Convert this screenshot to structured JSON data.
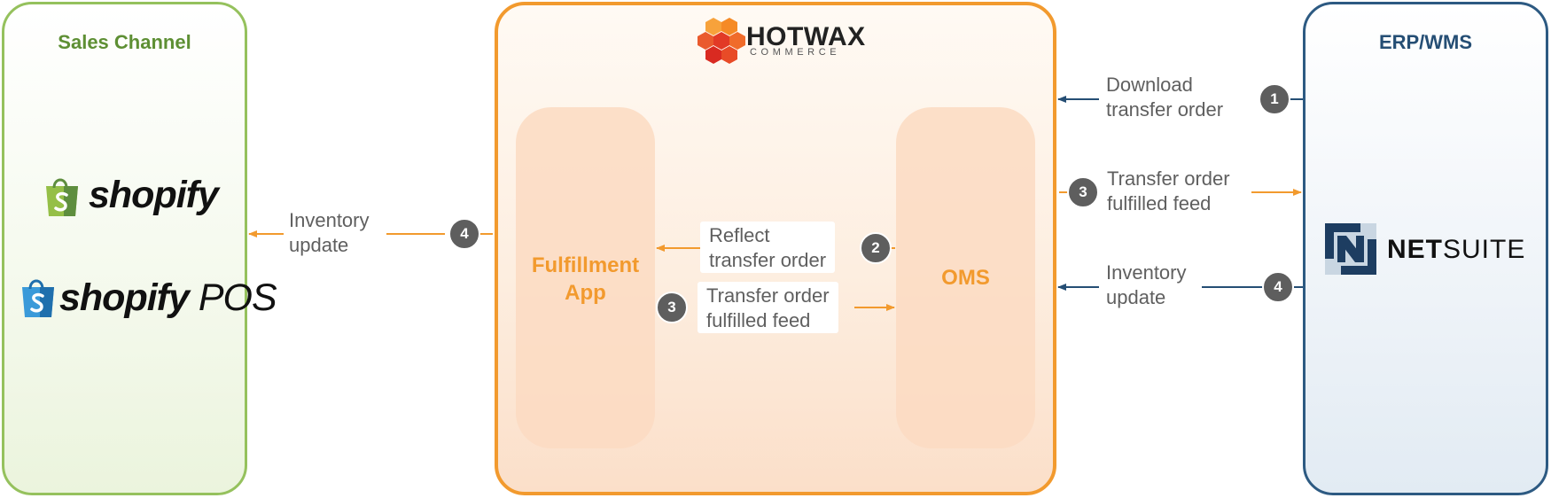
{
  "panels": {
    "sales_channel": {
      "title": "Sales Channel"
    },
    "hotwax": {
      "logo": {
        "name": "HOTWAX",
        "subtitle": "COMMERCE",
        "icon": "hexagon-cluster-icon"
      },
      "fulfillment_app": {
        "label": "Fulfillment App"
      },
      "oms": {
        "label": "OMS"
      }
    },
    "erp_wms": {
      "title": "ERP/WMS"
    }
  },
  "logos": {
    "shopify": {
      "text": "shopify",
      "icon": "shopify-bag-icon"
    },
    "shopify_pos": {
      "text": "shopify",
      "suffix": "POS",
      "icon": "shopify-bag-icon"
    },
    "netsuite": {
      "prefix": "NET",
      "suffix": "SUITE",
      "icon": "netsuite-n-icon"
    }
  },
  "flows": [
    {
      "id": "download",
      "step": "1",
      "label_line1": "Download",
      "label_line2": "transfer order"
    },
    {
      "id": "fulfilled_erp",
      "step": "3",
      "label_line1": "Transfer order",
      "label_line2": "fulfilled feed"
    },
    {
      "id": "inventory_erp",
      "step": "4",
      "label_line1": "Inventory",
      "label_line2": "update"
    },
    {
      "id": "reflect",
      "step": "2",
      "label_line1": "Reflect",
      "label_line2": "transfer order"
    },
    {
      "id": "fulfilled_internal",
      "step": "3",
      "label_line1": "Transfer order",
      "label_line2": "fulfilled feed"
    },
    {
      "id": "inventory_sales",
      "step": "4",
      "label_line1": "Inventory",
      "label_line2": "update"
    }
  ],
  "colors": {
    "sales_border": "#95c15d",
    "hotwax_border": "#f29a2e",
    "erp_border": "#2d5a82",
    "orange_arrow": "#f29a2e",
    "blue_arrow": "#254e74",
    "badge": "#5e5e5e"
  }
}
